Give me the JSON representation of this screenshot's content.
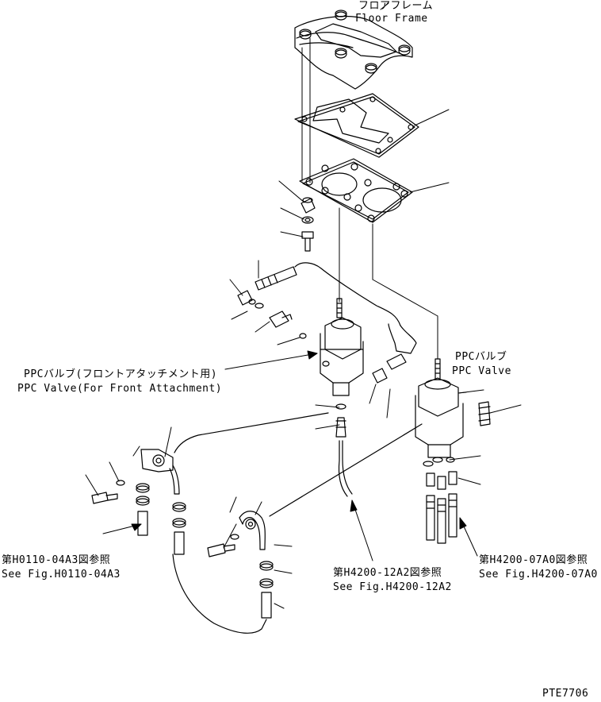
{
  "labels": {
    "floor_frame_jp": "フロアフレーム",
    "floor_frame_en": "Floor Frame",
    "ppc_front_jp": "PPCバルブ(フロントアタッチメント用)",
    "ppc_front_en": "PPC Valve(For Front Attachment)",
    "ppc_jp": "PPCバルブ",
    "ppc_en": "PPC Valve",
    "ref_h0110_jp": "第H0110-04A3図参照",
    "ref_h0110_en": "See Fig.H0110-04A3",
    "ref_h4200_12_jp": "第H4200-12A2図参照",
    "ref_h4200_12_en": "See Fig.H4200-12A2",
    "ref_h4200_07_jp": "第H4200-07A0図参照",
    "ref_h4200_07_en": "See Fig.H4200-07A0",
    "drawing_no": "PTE7706"
  },
  "colors": {
    "ink": "#000000",
    "paper": "#ffffff"
  }
}
